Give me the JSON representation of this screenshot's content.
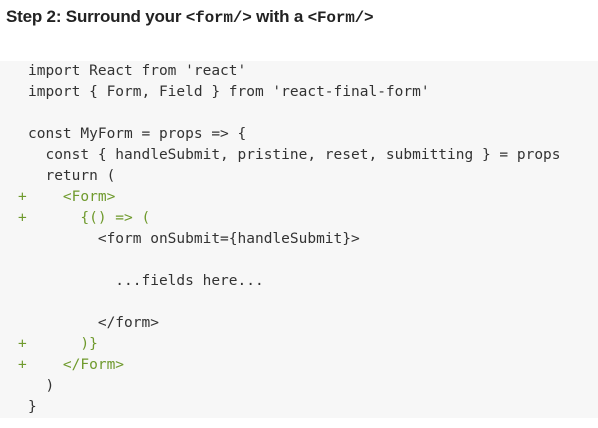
{
  "heading": {
    "prefix": "Step 2: Surround your ",
    "code1": "<form/>",
    "middle": " with a ",
    "code2": "<Form/>"
  },
  "code": {
    "lines": [
      {
        "marker": "",
        "text": "import React from 'react'"
      },
      {
        "marker": "",
        "text": "import { Form, Field } from 'react-final-form'"
      },
      {
        "marker": "",
        "text": ""
      },
      {
        "marker": "",
        "text": "const MyForm = props => {"
      },
      {
        "marker": "",
        "text": "  const { handleSubmit, pristine, reset, submitting } = props"
      },
      {
        "marker": "",
        "text": "  return ("
      },
      {
        "marker": "+",
        "text": "    <Form>"
      },
      {
        "marker": "+",
        "text": "      {() => ("
      },
      {
        "marker": "",
        "text": "        <form onSubmit={handleSubmit}>"
      },
      {
        "marker": "",
        "text": ""
      },
      {
        "marker": "",
        "text": "          ...fields here..."
      },
      {
        "marker": "",
        "text": ""
      },
      {
        "marker": "",
        "text": "        </form>"
      },
      {
        "marker": "+",
        "text": "      )}"
      },
      {
        "marker": "+",
        "text": "    </Form>"
      },
      {
        "marker": "",
        "text": "  )"
      },
      {
        "marker": "",
        "text": "}"
      }
    ]
  },
  "colors": {
    "added": "#6f9a2d",
    "code_text": "#333333",
    "code_background": "#f7f7f7"
  }
}
